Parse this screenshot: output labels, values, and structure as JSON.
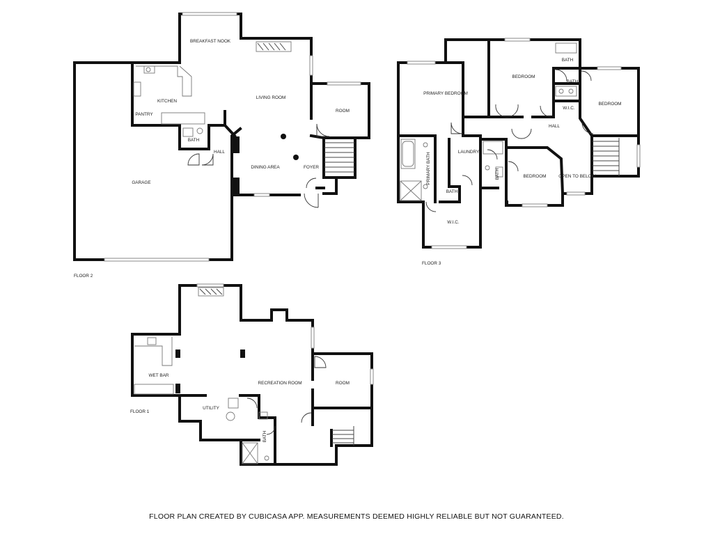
{
  "floors": [
    {
      "label": "FLOOR 2",
      "rooms": [
        "BREAKFAST NOOK",
        "KITCHEN",
        "PANTRY",
        "LIVING ROOM",
        "ROOM",
        "BATH",
        "HALL",
        "GARAGE",
        "DINING AREA",
        "FOYER"
      ]
    },
    {
      "label": "FLOOR 3",
      "rooms": [
        "PRIMARY BEDROOM",
        "BEDROOM",
        "BATH",
        "BATH",
        "W.I.C.",
        "BEDROOM",
        "HALL",
        "LAUNDRY",
        "PRIMARY BATH",
        "BATH",
        "BATH",
        "BEDROOM",
        "OPEN TO BELOW",
        "W.I.C."
      ]
    },
    {
      "label": "FLOOR 1",
      "rooms": [
        "WET BAR",
        "RECREATION ROOM",
        "ROOM",
        "UTILITY",
        "BATH"
      ]
    }
  ],
  "footer": "FLOOR PLAN CREATED BY CUBICASA APP. MEASUREMENTS DEEMED HIGHLY RELIABLE BUT NOT GUARANTEED."
}
